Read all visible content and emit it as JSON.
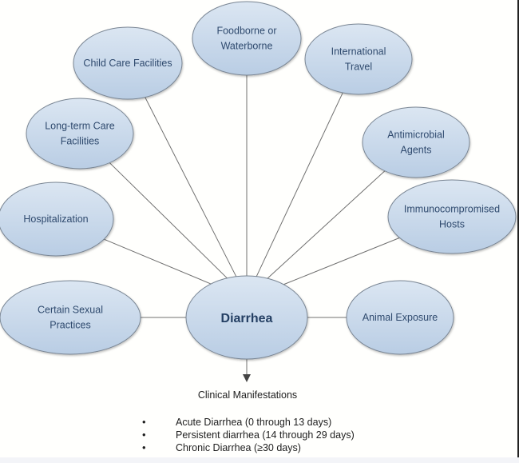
{
  "diagram": {
    "center": {
      "id": "diarrhea",
      "label": "Diarrhea"
    },
    "nodes": [
      {
        "id": "foodborne",
        "lines": [
          "Foodborne or",
          "Waterborne"
        ]
      },
      {
        "id": "child-care",
        "lines": [
          "Child Care Facilities"
        ]
      },
      {
        "id": "international-travel",
        "lines": [
          "International",
          "Travel"
        ]
      },
      {
        "id": "long-term-care",
        "lines": [
          "Long-term Care",
          "Facilities"
        ]
      },
      {
        "id": "antimicrobial-agents",
        "lines": [
          "Antimicrobial",
          "Agents"
        ]
      },
      {
        "id": "hospitalization",
        "lines": [
          "Hospitalization"
        ]
      },
      {
        "id": "immunocompromised-hosts",
        "lines": [
          "Immunocompromised",
          "Hosts"
        ]
      },
      {
        "id": "certain-sexual-practices",
        "lines": [
          "Certain Sexual",
          "Practices"
        ]
      },
      {
        "id": "animal-exposure",
        "lines": [
          "Animal Exposure"
        ]
      }
    ],
    "colors": {
      "node_fill_top": "#dbe6f2",
      "node_fill_bottom": "#b9cde4",
      "node_stroke": "#7a8694",
      "connector": "#707070"
    }
  },
  "clinical": {
    "title": "Clinical Manifestations",
    "items": [
      "Acute Diarrhea (0 through 13 days)",
      "Persistent diarrhea (14 through 29 days)",
      "Chronic Diarrhea (≥30 days)"
    ]
  }
}
